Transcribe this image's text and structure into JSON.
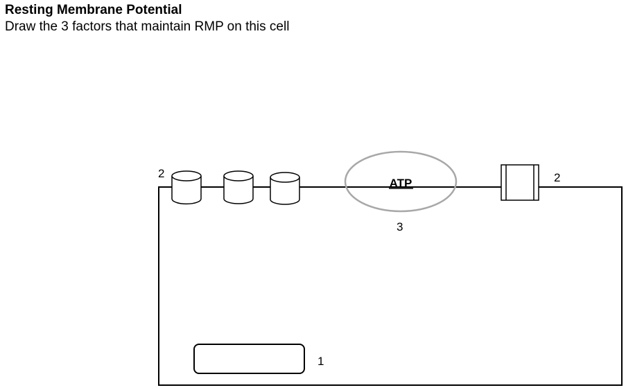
{
  "header": {
    "title": "Resting Membrane Potential",
    "instruction": "Draw the 3 factors that maintain RMP on this cell"
  },
  "diagram": {
    "pump_label": "ATP",
    "labels": {
      "channels_left": "2",
      "channel_right": "2",
      "pump": "3",
      "box": "1"
    },
    "colors": {
      "ink": "#000000",
      "pump_outline": "#a8a8a8"
    }
  }
}
